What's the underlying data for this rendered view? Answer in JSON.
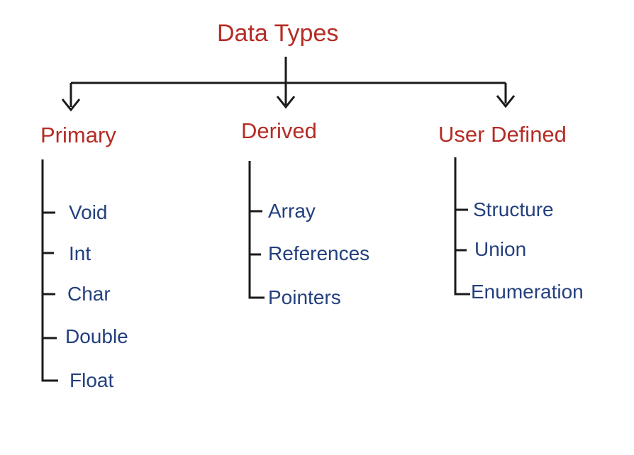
{
  "title": "Data Types",
  "colors": {
    "heading": "#b52c25",
    "item": "#24407e",
    "line": "#1a1a1a",
    "background": "#ffffff"
  },
  "columns": [
    {
      "label": "Primary",
      "items": [
        "Void",
        "Int",
        "Char",
        "Double",
        "Float"
      ]
    },
    {
      "label": "Derived",
      "items": [
        "Array",
        "References",
        "Pointers"
      ]
    },
    {
      "label": "User Defined",
      "items": [
        "Structure",
        "Union",
        "Enumeration"
      ]
    }
  ]
}
